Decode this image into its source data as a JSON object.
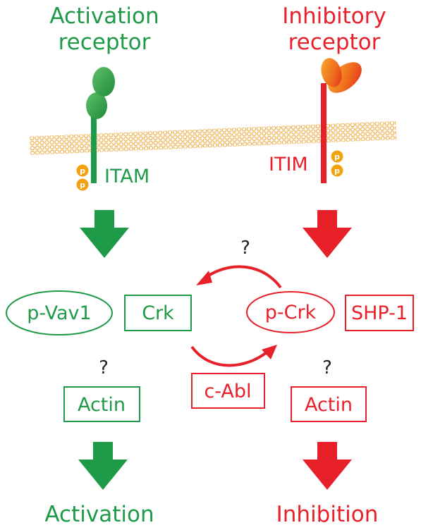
{
  "titles": {
    "activation_line1": "Activation",
    "activation_line2": "receptor",
    "inhibitory_line1": "Inhibitory",
    "inhibitory_line2": "receptor"
  },
  "motifs": {
    "itam": "ITAM",
    "itim": "ITIM",
    "phospho": "p"
  },
  "nodes": {
    "p_vav1": "p-Vav1",
    "crk": "Crk",
    "p_crk": "p-Crk",
    "shp1": "SHP-1",
    "c_abl": "c-Abl",
    "actin_left": "Actin",
    "actin_right": "Actin"
  },
  "questions": {
    "top": "?",
    "left": "?",
    "right": "?"
  },
  "outcomes": {
    "activation": "Activation",
    "inhibition": "Inhibition"
  },
  "colors": {
    "green": "#1f9a48",
    "red": "#e8202a",
    "phospho_orange": "#f2a20f",
    "membrane": "#f0b040"
  }
}
